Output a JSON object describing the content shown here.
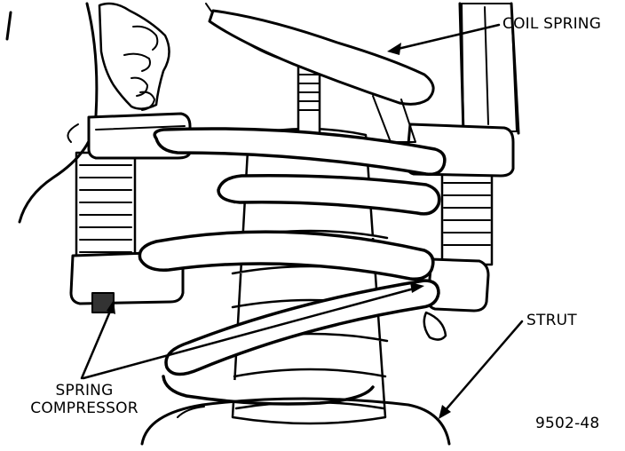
{
  "labels": {
    "coil_spring": "COIL SPRING",
    "strut": "STRUT",
    "spring_compressor_line1": "SPRING",
    "spring_compressor_line2": "COMPRESSOR",
    "figure_number": "9502-48"
  },
  "colors": {
    "ink": "#000000",
    "background": "#ffffff",
    "shading": "#6a6a6a"
  }
}
